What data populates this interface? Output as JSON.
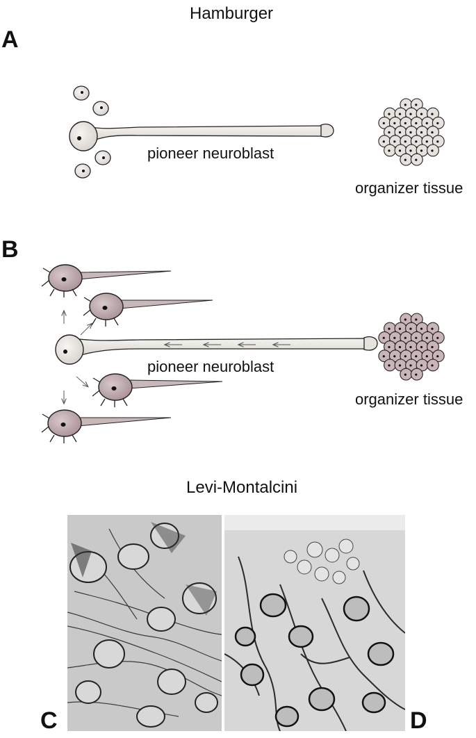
{
  "figure": {
    "top_title": "Hamburger",
    "bottom_title": "Levi-Montalcini",
    "panels": {
      "A": {
        "letter": "A",
        "neuroblast_label": "pioneer neuroblast",
        "target_label": "organizer tissue"
      },
      "B": {
        "letter": "B",
        "neuroblast_label": "pioneer neuroblast",
        "target_label": "organizer tissue"
      },
      "C": {
        "letter": "C"
      },
      "D": {
        "letter": "D"
      }
    },
    "colors": {
      "cell_fill_A": "#ebe7e3",
      "cell_fill_B": "#c8b5b7",
      "axon_fill": "#e9e6e2",
      "outline": "#222222",
      "micrograph_bg": "#cfcfcf",
      "ink": "#2a2a2a"
    }
  }
}
